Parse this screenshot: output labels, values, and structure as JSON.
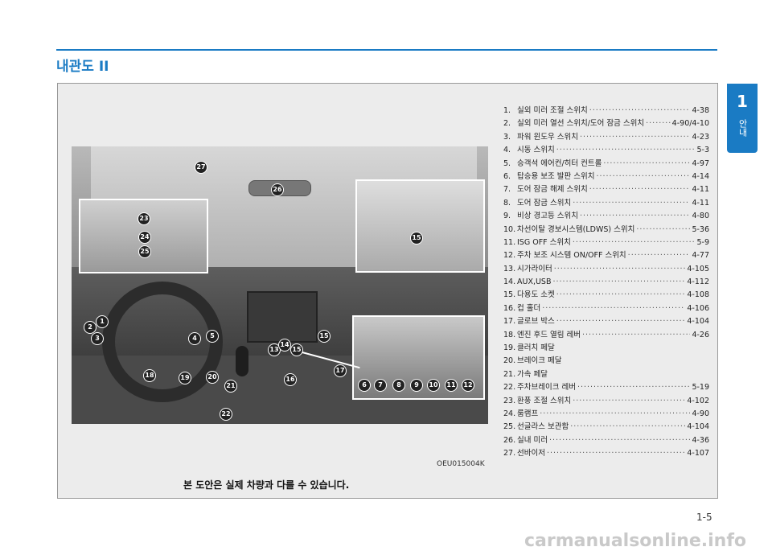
{
  "header": {
    "section_title": "내관도 II"
  },
  "side_tab": {
    "chapter": "1",
    "label": "안내"
  },
  "figure": {
    "code": "OEU015004K",
    "note": "본 도안은 실제 차량과 다를 수 있습니다."
  },
  "legend": [
    {
      "num": "1.",
      "label": "실외 미러 조절 스위치",
      "page": "4-38"
    },
    {
      "num": "2.",
      "label": "실외 미러 열선 스위치/도어 잠금 스위치",
      "page": "4-90/4-10"
    },
    {
      "num": "3.",
      "label": "파워 윈도우 스위치",
      "page": "4-23"
    },
    {
      "num": "4.",
      "label": "시동 스위치",
      "page": "5-3"
    },
    {
      "num": "5.",
      "label": "승객석 에어컨/히터 컨트롤",
      "page": "4-97"
    },
    {
      "num": "6.",
      "label": "탑승용 보조 발판 스위치",
      "page": "4-14"
    },
    {
      "num": "7.",
      "label": "도어 잠금 해제 스위치",
      "page": "4-11"
    },
    {
      "num": "8.",
      "label": "도어 잠금 스위치",
      "page": "4-11"
    },
    {
      "num": "9.",
      "label": "비상 경고등 스위치",
      "page": "4-80"
    },
    {
      "num": "10.",
      "label": "차선이탈 경보시스템(LDWS) 스위치",
      "page": "5-36"
    },
    {
      "num": "11.",
      "label": "ISG OFF 스위치",
      "page": "5-9"
    },
    {
      "num": "12.",
      "label": "주차 보조 시스템 ON/OFF 스위치",
      "page": "4-77"
    },
    {
      "num": "13.",
      "label": "시가라이터",
      "page": "4-105"
    },
    {
      "num": "14.",
      "label": "AUX,USB",
      "page": "4-112"
    },
    {
      "num": "15.",
      "label": "다용도 소켓",
      "page": "4-108"
    },
    {
      "num": "16.",
      "label": "컵 홀더",
      "page": "4-106"
    },
    {
      "num": "17.",
      "label": "글로브 박스",
      "page": "4-104"
    },
    {
      "num": "18.",
      "label": "엔진 후드 열림 레버",
      "page": "4-26"
    },
    {
      "num": "19.",
      "label": "클러치 페달",
      "page": ""
    },
    {
      "num": "20.",
      "label": "브레이크 페달",
      "page": ""
    },
    {
      "num": "21.",
      "label": "가속 페달",
      "page": ""
    },
    {
      "num": "22.",
      "label": "주차브레이크 레버",
      "page": "5-19"
    },
    {
      "num": "23.",
      "label": "환풍 조절 스위치",
      "page": "4-102"
    },
    {
      "num": "24.",
      "label": "룸램프",
      "page": "4-90"
    },
    {
      "num": "25.",
      "label": "선글라스 보관함",
      "page": "4-104"
    },
    {
      "num": "26.",
      "label": "실내 미러",
      "page": "4-36"
    },
    {
      "num": "27.",
      "label": "선바이저",
      "page": "4-107"
    }
  ],
  "callouts": [
    "1",
    "2",
    "3",
    "4",
    "5",
    "13",
    "14",
    "15",
    "16",
    "17",
    "18",
    "19",
    "20",
    "21",
    "22",
    "23",
    "24",
    "25",
    "26",
    "27",
    "6",
    "7",
    "8",
    "9",
    "10",
    "11",
    "12",
    "15",
    "15"
  ],
  "footer": {
    "page_number": "1-5",
    "watermark": "carmanualsonline.info"
  }
}
